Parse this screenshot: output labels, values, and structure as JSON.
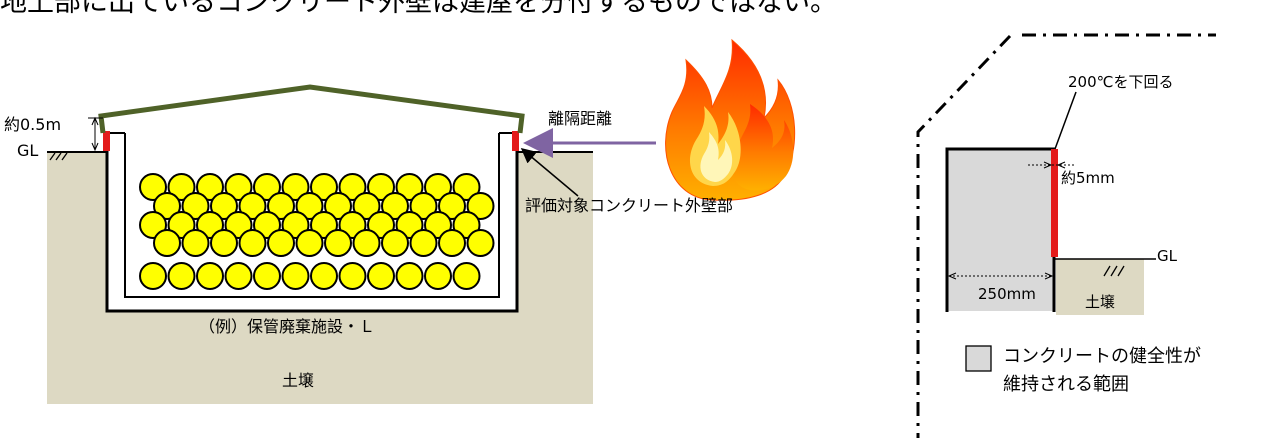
{
  "header_text": "地上部に出ているコンクリート外壁は建屋を分付するものではない。",
  "left_diagram": {
    "height_label": "約0.5m",
    "gl_label": "GL",
    "separation_label": "離隔距離",
    "target_wall_label": "評価対象コンクリート外壁部",
    "facility_label": "（例）保管廃棄施設・Ｌ",
    "soil_label": "土壌"
  },
  "right_diagram": {
    "temp_label": "200℃を下回る",
    "depth_label": "約5mm",
    "gl_label": "GL",
    "width_label": "250mm",
    "soil_label": "土壌"
  },
  "legend": {
    "line1": "コンクリートの健全性が",
    "line2": "維持される範囲"
  },
  "colors": {
    "soil": "#ddd9c3",
    "roof": "#4f6228",
    "hot_wall": "#e31b1b",
    "drum": "#ffff00",
    "arrow": "#7f64a2",
    "concrete_zone": "#d9d9d9"
  }
}
